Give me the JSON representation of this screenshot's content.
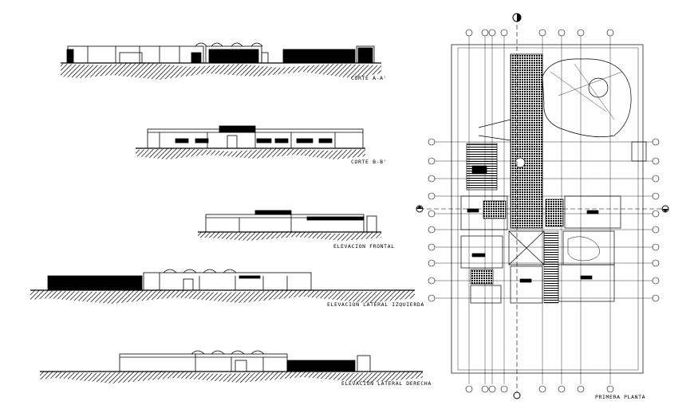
{
  "drawings": {
    "section_a": "CORTE A-A'",
    "section_b": "CORTE B-B'",
    "elev_front": "ELEVACION FRONTAL",
    "elev_left": "ELEVACION LATERAL IZQUIERDA",
    "elev_right": "ELEVACION LATERAL DERECHA",
    "plan": "PRIMERA PLANTA"
  },
  "colors": {
    "line": "#000000",
    "background": "#ffffff"
  },
  "icons": [
    "section-marker-icon",
    "grid-bubble-icon",
    "ground-hatch-pattern"
  ]
}
